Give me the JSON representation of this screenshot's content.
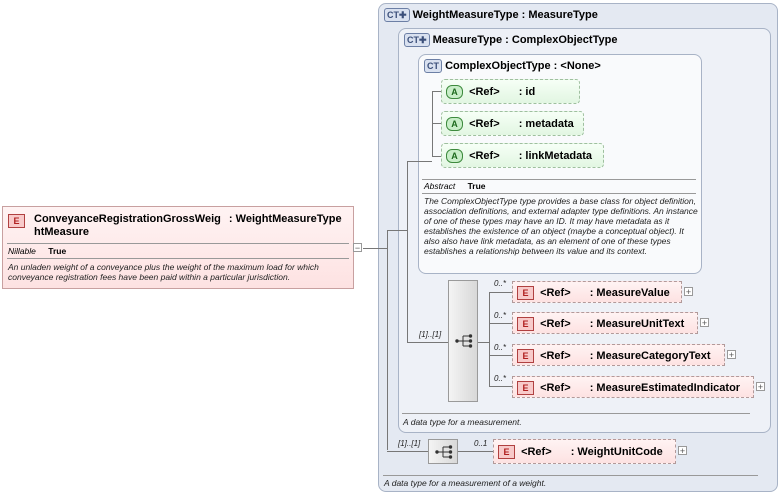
{
  "root_element": {
    "icon": "E",
    "name_line1": "ConveyanceRegistrationGrossWeig",
    "name_line2": "htMeasure",
    "type": ": WeightMeasureType",
    "prop_key": "Nillable",
    "prop_val": "True",
    "doc": "An unladen weight of a conveyance plus the weight of the maximum load for which conveyance registration fees have been paid within a particular jurisdiction."
  },
  "weight_measure_type": {
    "badge": "CT",
    "title": "WeightMeasureType",
    "base": ": MeasureType",
    "doc": "A data type for a measurement of a weight."
  },
  "measure_type": {
    "badge": "CT",
    "title": "MeasureType",
    "base": ": ComplexObjectType",
    "doc": "A data type for a measurement."
  },
  "complex_object_type": {
    "badge": "CT",
    "title": "ComplexObjectType",
    "base": ": <None>",
    "abstract_key": "Abstract",
    "abstract_val": "True",
    "doc": "The ComplexObjectType type provides a base class for object definition, association definitions, and external adapter type definitions. An instance of one of these types may have an ID. It may have metadata as it establishes the existence of an object (maybe a conceptual object). It also also have link metadata, as an element of one of these types establishes a relationship between its value and its context."
  },
  "attributes": [
    {
      "icon": "A",
      "ref": "<Ref>",
      "name": ": id"
    },
    {
      "icon": "A",
      "ref": "<Ref>",
      "name": ": metadata"
    },
    {
      "icon": "A",
      "ref": "<Ref>",
      "name": ": linkMetadata"
    }
  ],
  "measure_sequence": {
    "occurs": "[1]..[1]",
    "children": [
      {
        "occurs": "0..*",
        "icon": "E",
        "ref": "<Ref>",
        "name": ": MeasureValue"
      },
      {
        "occurs": "0..*",
        "icon": "E",
        "ref": "<Ref>",
        "name": ": MeasureUnitText"
      },
      {
        "occurs": "0..*",
        "icon": "E",
        "ref": "<Ref>",
        "name": ": MeasureCategoryText"
      },
      {
        "occurs": "0..*",
        "icon": "E",
        "ref": "<Ref>",
        "name": ": MeasureEstimatedIndicator"
      }
    ]
  },
  "weight_sequence": {
    "occurs": "[1]..[1]",
    "children": [
      {
        "occurs": "0..1",
        "icon": "E",
        "ref": "<Ref>",
        "name": ": WeightUnitCode"
      }
    ]
  },
  "icons": {
    "ct": "complex-type-icon",
    "element": "element-icon",
    "attribute": "attribute-icon",
    "sequence": "sequence-icon",
    "expand": "plus-icon",
    "collapse": "minus-icon"
  },
  "colors": {
    "ct_fill": "#e4e9f2",
    "ct_border": "#a8b3c6",
    "element_fill": "#fde2e2",
    "attribute_fill": "#e2f6e2"
  }
}
